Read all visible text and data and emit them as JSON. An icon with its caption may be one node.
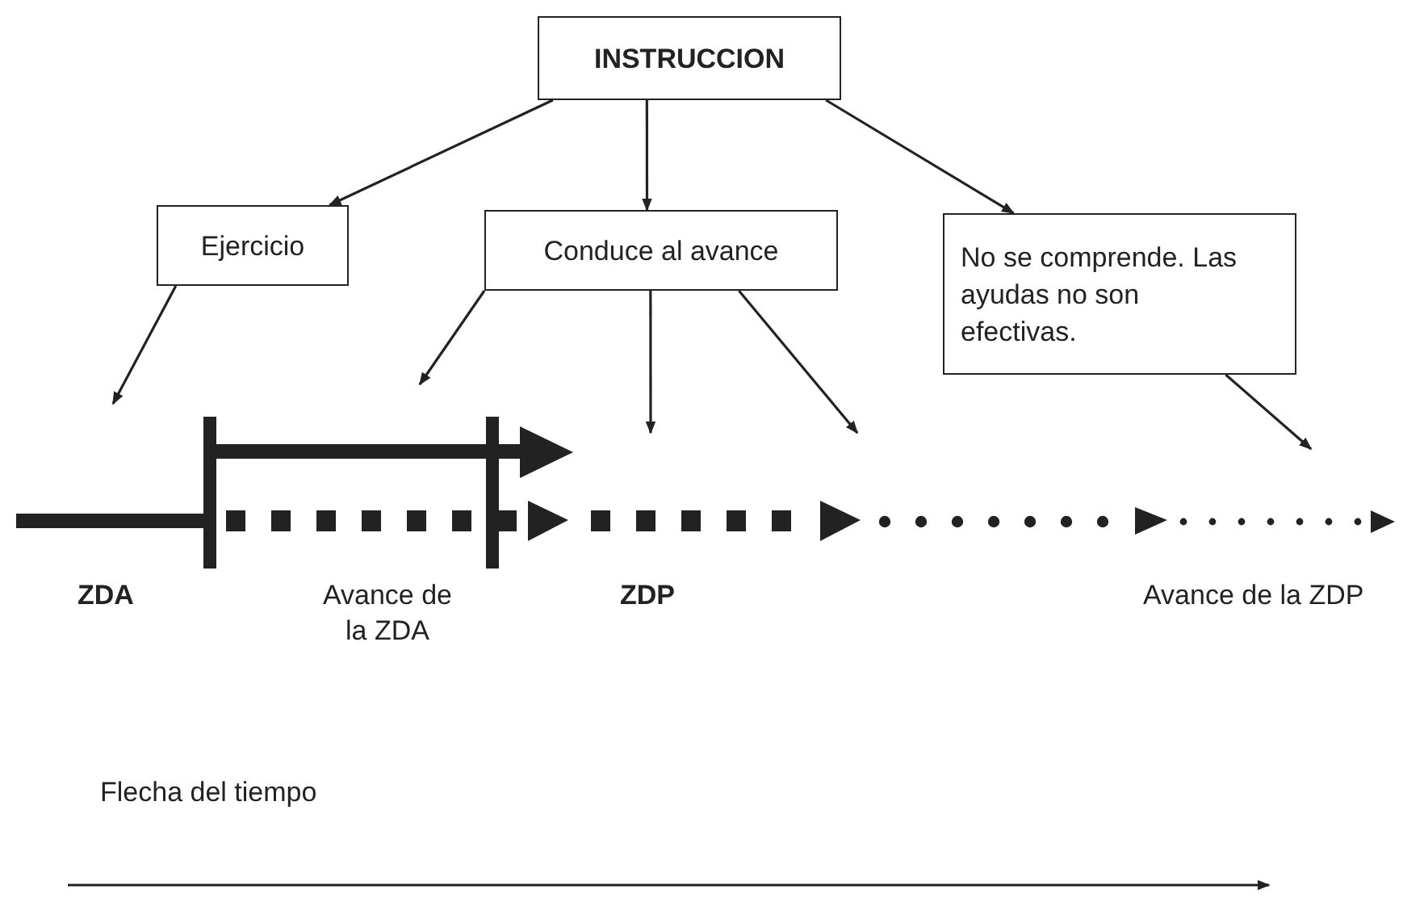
{
  "diagram": {
    "nodes": [
      {
        "text": [
          "INSTRUCCION"
        ]
      },
      {
        "text": [
          "Ejercicio"
        ]
      },
      {
        "text": [
          "Conduce al avance"
        ]
      },
      {
        "text": [
          "No se comprende. Las ayudas no son efectivas."
        ]
      }
    ],
    "edges": [
      {
        "from": 0,
        "to": 1,
        "arrow": "to"
      },
      {
        "from": 0,
        "to": 2,
        "arrow": "to"
      },
      {
        "from": 0,
        "to": 3,
        "arrow": "to"
      },
      {
        "from": 1,
        "to": null,
        "arrow": "to"
      },
      {
        "from": 2,
        "to": null,
        "arrow": "to"
      },
      {
        "from": 2,
        "to": null,
        "arrow": "to"
      },
      {
        "from": 2,
        "to": null,
        "arrow": "to"
      },
      {
        "from": 3,
        "to": null,
        "arrow": "to"
      }
    ],
    "labels": [
      "ZDA",
      "Avance de la ZDA",
      "ZDP",
      "Avance de la ZDP",
      "Flecha del tiempo"
    ]
  }
}
